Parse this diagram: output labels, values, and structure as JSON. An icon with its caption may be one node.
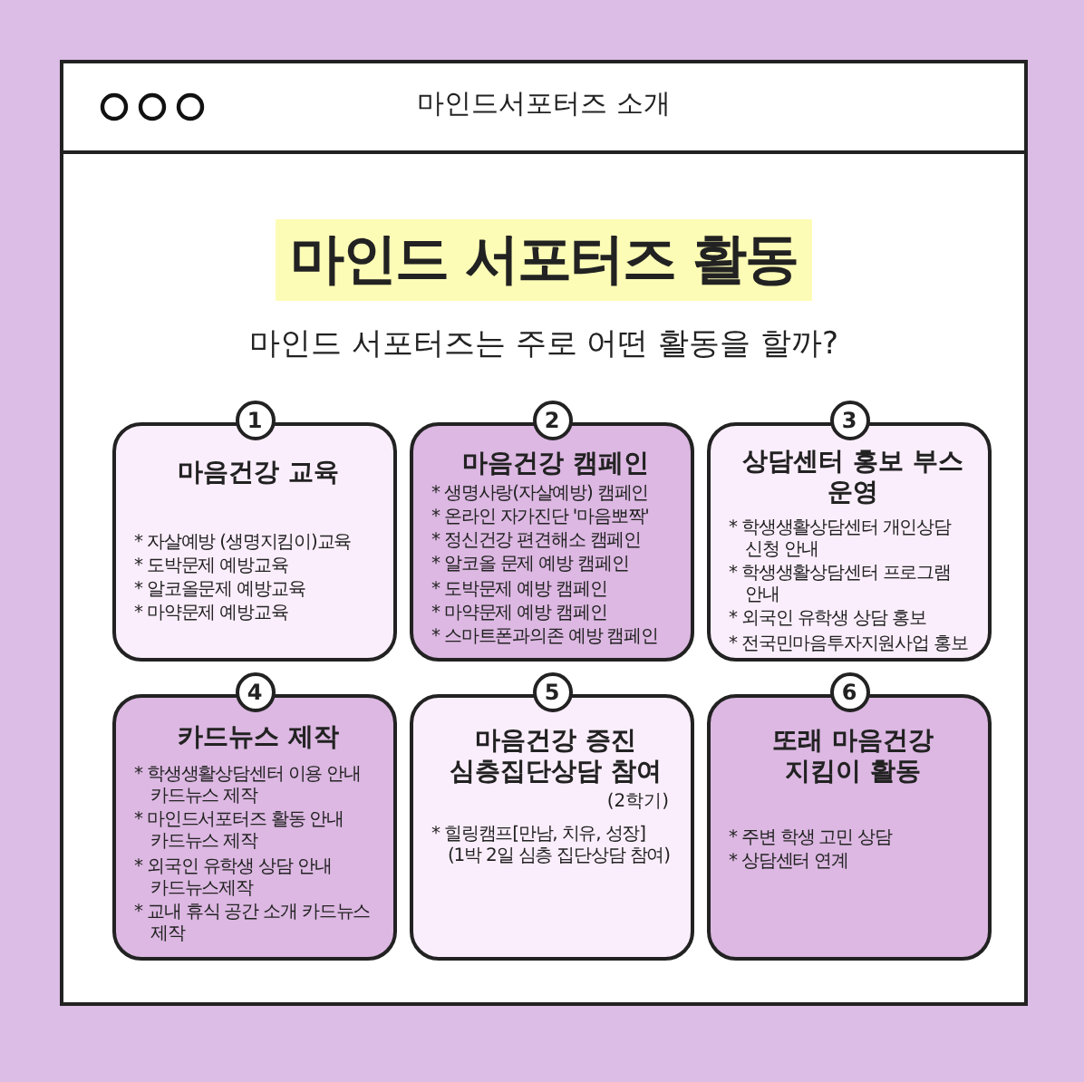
{
  "diagram": {
    "title": "마인드 서포터즈 활동",
    "nodes": [
      {
        "text": [
          "마음건강 교육",
          "* 자살예방 (생명지킴이)교육",
          "* 도박문제 예방교육",
          "* 알코올문제 예방교육",
          "* 마약문제 예방교육"
        ],
        "beside": [
          "1"
        ]
      },
      {
        "text": [
          "마음건강 캠페인",
          "* 생명사랑(자살예방) 캠페인",
          "* 온라인 자가진단 '마음뽀짝'",
          "* 정신건강 편견해소 캠페인",
          "* 알코올 문제 예방 캠페인",
          "* 도박문제 예방 캠페인",
          "* 마약문제 예방 캠페인",
          "* 스마트폰과의존 예방 캠페인"
        ],
        "beside": [
          "2"
        ]
      },
      {
        "text": [
          "상담센터 홍보 부스 운영",
          "* 학생생활상담센터 개인상담 신청 안내",
          "* 학생생활상담센터 프로그램 안내",
          "* 외국인 유학생 상담 홍보",
          "* 전국민마음투자지원사업 홍보"
        ],
        "beside": [
          "3"
        ]
      },
      {
        "text": [
          "카드뉴스 제작",
          "* 학생생활상담센터 이용 안내 카드뉴스 제작",
          "* 마인드서포터즈 활동 안내 카드뉴스 제작",
          "* 외국인 유학생 상담 안내 카드뉴스제작",
          "* 교내 휴식 공간 소개 카드뉴스 제작"
        ],
        "beside": [
          "4"
        ]
      },
      {
        "text": [
          "마음건강 증진 심층집단상담 참여",
          "(2학기)",
          "* 힐링캠프[만남, 치유, 성장] (1박 2일 심층 집단상담 참여)"
        ],
        "beside": [
          "5"
        ]
      },
      {
        "text": [
          "또래 마음건강 지킴이 활동",
          "* 주변 학생 고민 상담",
          "* 상담센터 연계"
        ],
        "beside": [
          "6"
        ]
      }
    ],
    "labels": [
      "마인드서포터즈 소개",
      "마인드 서포터즈는 주로 어떤 활동을 할까?"
    ]
  }
}
